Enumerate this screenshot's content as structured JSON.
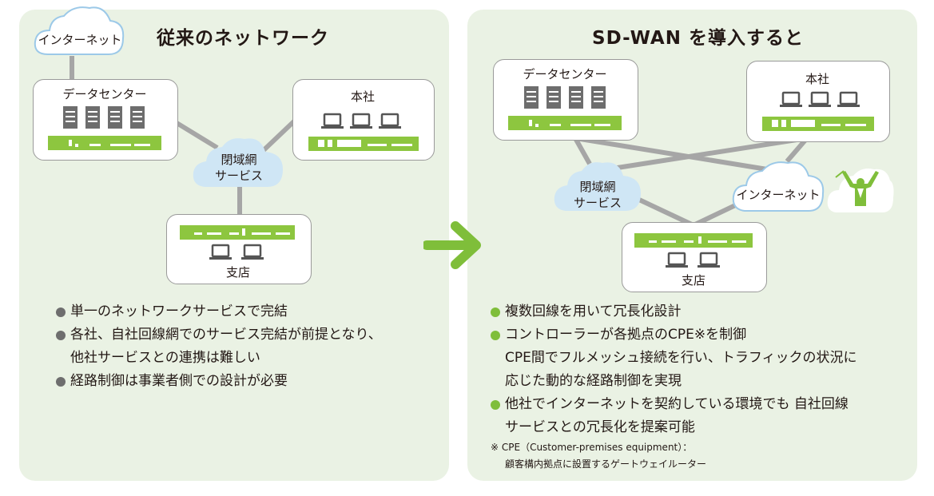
{
  "left": {
    "title": "従来のネットワーク",
    "internet": "インターネット",
    "datacenter": "データセンター",
    "hq": "本社",
    "closed_net_line1": "閉域網",
    "closed_net_line2": "サービス",
    "branch": "支店",
    "bullets": [
      "単一のネットワークサービスで完結",
      "各社、自社回線網でのサービス完結が前提となり、",
      "他社サービスとの連携は難しい",
      "経路制御は事業者側での設計が必要"
    ]
  },
  "right": {
    "title": "SD-WAN を導入すると",
    "datacenter": "データセンター",
    "hq": "本社",
    "closed_net_line1": "閉域網",
    "closed_net_line2": "サービス",
    "internet": "インターネット",
    "branch": "支店",
    "bullets": [
      "複数回線を用いて冗長化設計",
      "コントローラーが各拠点のCPE※を制御",
      "CPE間でフルメッシュ接続を行い、トラフィックの状況に",
      "応じた動的な経路制御を実現",
      "他社でインターネットを契約している環境でも 自社回線",
      "サービスとの冗長化を提案可能"
    ],
    "note_line1": "※ CPE（Customer-premises equipment）：",
    "note_line2": "顧客構内拠点に設置するゲートウェイルーター"
  },
  "colors": {
    "panel_bg": "#eaf2e4",
    "accent_green": "#7fbe3a",
    "device_green": "#8dc63f",
    "line_gray": "#a6a6a6",
    "cloud_blue": "#cfe6f5",
    "bullet_gray": "#6e6e6e"
  },
  "icons": [
    "server-icon",
    "laptop-icon",
    "router-icon",
    "cloud-icon",
    "arrow-right-icon",
    "controller-person-icon"
  ]
}
